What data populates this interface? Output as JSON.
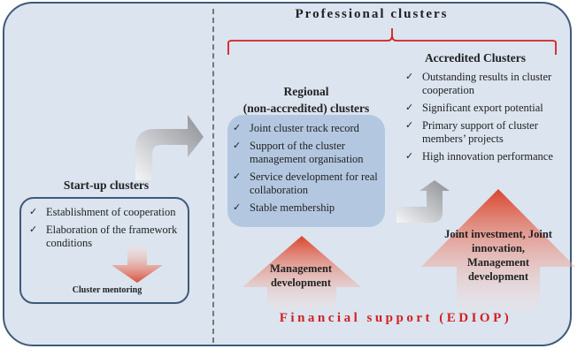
{
  "professional_title": "Professional clusters",
  "accredited": {
    "title": "Accredited Clusters",
    "items": [
      "Outstanding results in cluster cooperation",
      "Significant export potential",
      "Primary support of cluster members’ projects",
      "High innovation performance"
    ]
  },
  "regional": {
    "title_line1": "Regional",
    "title_line2": "(non-accredited) clusters",
    "items": [
      "Joint cluster track record",
      "Support of the cluster management organisation",
      "Service development for real collaboration",
      "Stable membership"
    ]
  },
  "startup": {
    "title": "Start-up clusters",
    "items": [
      "Establishment of cooperation",
      "Elaboration of the framework conditions"
    ],
    "mentoring": "Cluster mentoring"
  },
  "arrows": {
    "management": "Management development",
    "joint": "Joint investment, Joint innovation, Management development"
  },
  "financial": "Financial support (EDIOP)",
  "check_glyph": "✓",
  "colors": {
    "accent_red": "#d42020",
    "frame": "#3f5a78",
    "box": "#b3c8e0",
    "bg": "#dbe4ef"
  }
}
